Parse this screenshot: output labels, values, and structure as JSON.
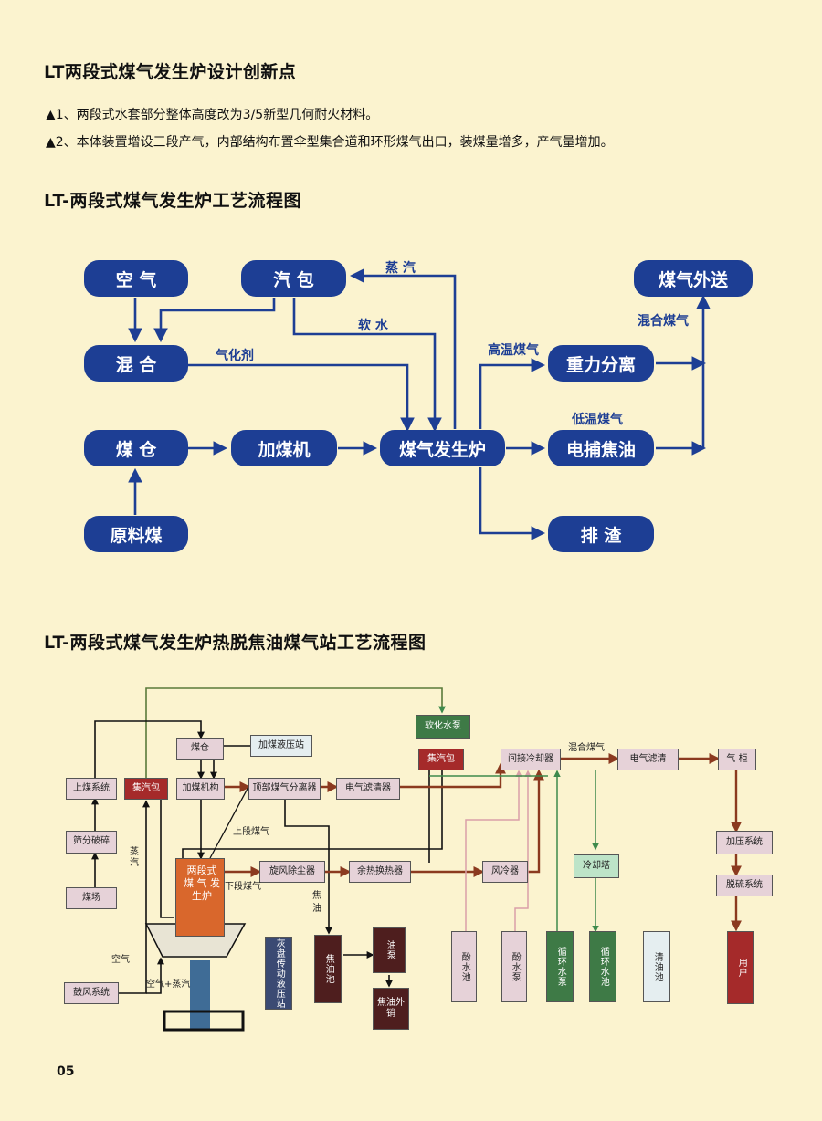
{
  "section1": {
    "title": "LT两段式煤气发生炉设计创新点",
    "items": [
      "▲1、两段式水套部分整体高度改为3/5新型几何耐火材料。",
      "▲2、本体装置增设三段产气，内部结构布置伞型集合道和环形煤气出口，装煤量增多，产气量增加。"
    ]
  },
  "section2": {
    "title": "LT-两段式煤气发生炉工艺流程图",
    "nodes": {
      "air": "空 气",
      "steam_drum": "汽 包",
      "gas_export": "煤气外送",
      "mix": "混 合",
      "gravity": "重力分离",
      "bin": "煤 仓",
      "feeder": "加煤机",
      "gasifier": "煤气发生炉",
      "esp": "电捕焦油",
      "raw_coal": "原料煤",
      "slag": "排 渣"
    },
    "labels": {
      "steam": "蒸 汽",
      "soft_water": "软 水",
      "agent": "气化剂",
      "high_temp": "高温煤气",
      "low_temp": "低温煤气",
      "mixed": "混合煤气"
    }
  },
  "section3": {
    "title": "LT-两段式煤气发生炉热脱焦油煤气站工艺流程图",
    "nodes": {
      "softener": "软化水泵",
      "bin": "煤仓",
      "hydraulic": "加煤液压站",
      "drum_r": "集汽包",
      "indirect": "间接冷却器",
      "esp": "电气滤清",
      "holder": "气 柜",
      "coal_sys": "上煤系统",
      "drum_l": "集汽包",
      "feeder": "加煤机构",
      "top_sep": "顶部煤气分离器",
      "esp2": "电气滤清器",
      "screen": "筛分破碎",
      "cyclone": "旋风除尘器",
      "heat_ex": "余热换热器",
      "air_cool": "风冷器",
      "cooling_tower": "冷却塔",
      "press": "加压系统",
      "desulf": "脱硫系统",
      "yard": "煤场",
      "gasifier": "两段式\n煤 气 发\n生炉",
      "ash": "灰盘传动液压站",
      "tar_pool": "焦油池",
      "oil_pump": "油泵",
      "tar_out": "焦油外销",
      "phenol_pool": "酚水池",
      "phenol_pump": "酚水泵",
      "circ_pump": "循环水泵",
      "circ_pool": "循环水池",
      "clean_pool": "清油池",
      "user": "用户",
      "blower": "鼓风系统"
    },
    "labels": {
      "mixed": "混合煤气",
      "upper": "上段煤气",
      "lower": "下段煤气",
      "steam": "蒸\n汽",
      "tar": "焦\n油",
      "air": "空气",
      "air_steam": "空气+蒸汽"
    }
  },
  "page_number": "05",
  "colors": {
    "background": "#fbf3cf",
    "flow_blue": "#1d3e94",
    "gasifier_orange": "#d9672c",
    "drum_red": "#a52a2a"
  }
}
